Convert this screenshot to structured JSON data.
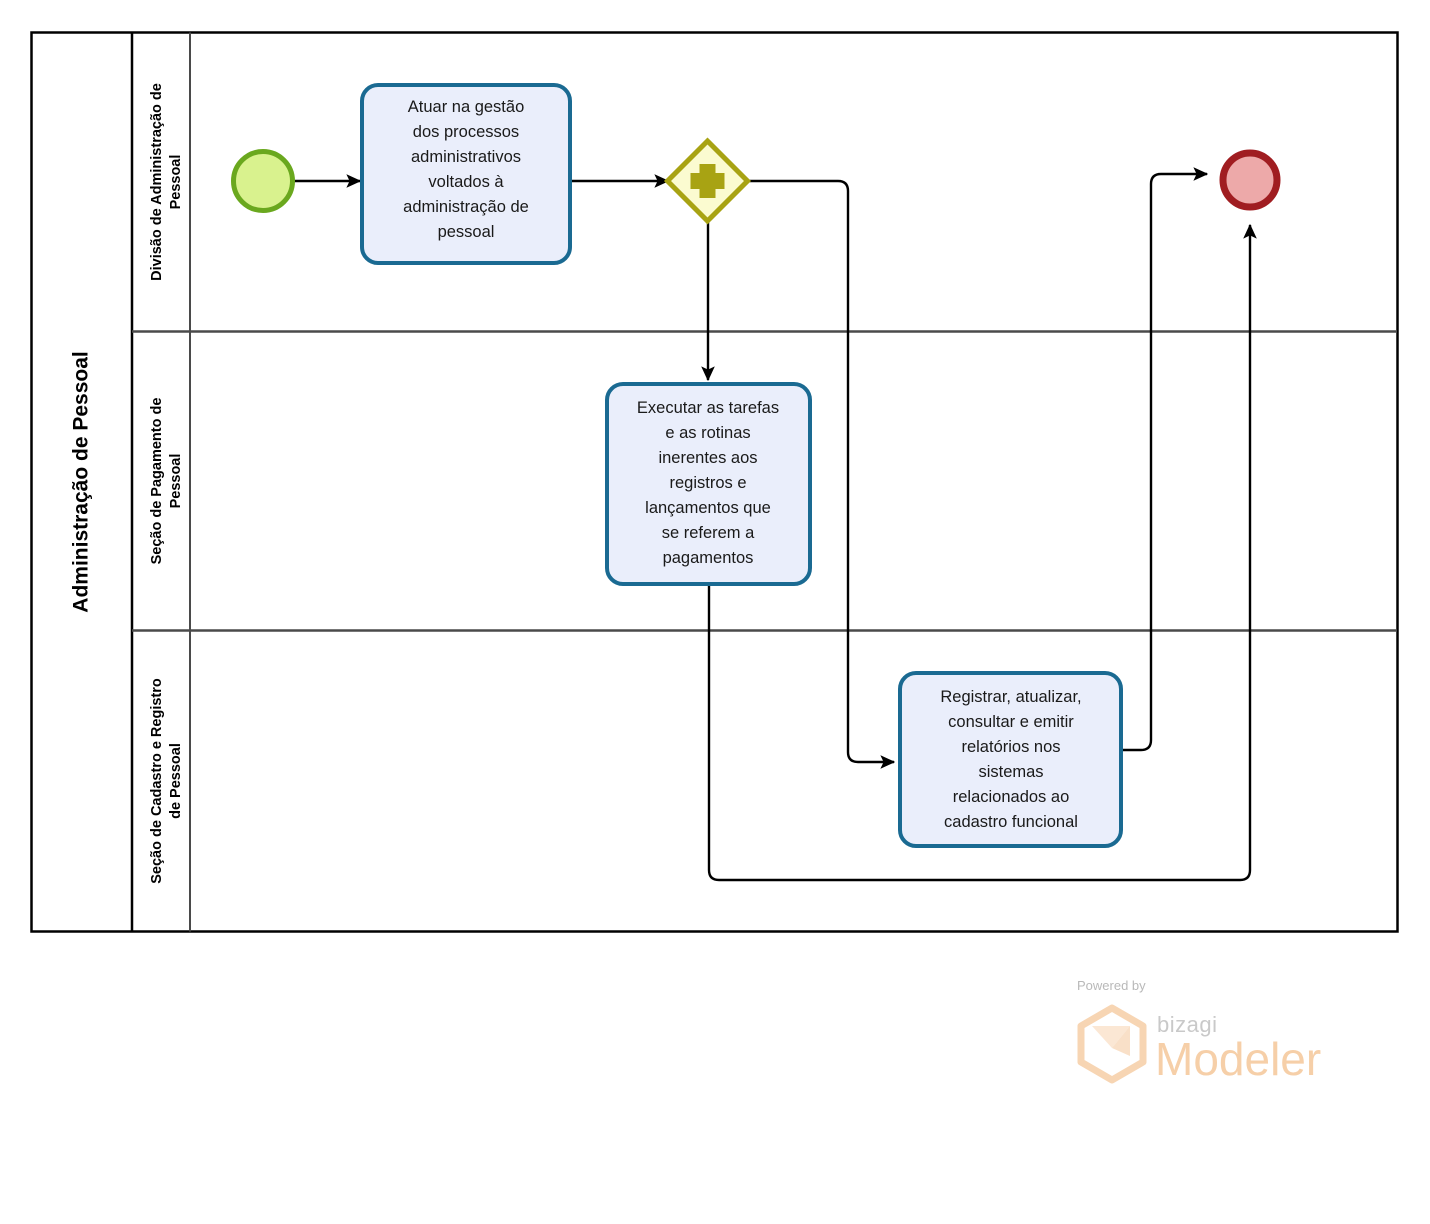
{
  "diagram": {
    "type": "bpmn-process-diagram",
    "pool": {
      "name": "Administração de Pessoal",
      "lanes": [
        {
          "id": "lane-1",
          "name": "Divisão de Administração de Pessoal"
        },
        {
          "id": "lane-2",
          "name": "Seção de Pagamento de Pessoal"
        },
        {
          "id": "lane-3",
          "name": "Seção de Cadastro e Registro de Pessoal"
        }
      ]
    },
    "events": [
      {
        "id": "start-event",
        "kind": "start",
        "lane": "lane-1",
        "fill": "#d9f28e",
        "stroke": "#6aa81e"
      },
      {
        "id": "end-event",
        "kind": "end",
        "lane": "lane-1",
        "fill": "#eda9a9",
        "stroke": "#a01d21"
      }
    ],
    "gateways": [
      {
        "id": "parallel-gateway",
        "kind": "parallel",
        "lane": "lane-1",
        "symbol": "+",
        "fill": "#fbfbd0",
        "stroke": "#a8a313"
      }
    ],
    "tasks": [
      {
        "id": "task-1",
        "lane": "lane-1",
        "label": "Atuar na gestão dos processos administrativos voltados à administração de pessoal",
        "lines": [
          "Atuar na gestão",
          "dos processos",
          "administrativos",
          "voltados à",
          "administração de",
          "pessoal"
        ]
      },
      {
        "id": "task-2",
        "lane": "lane-2",
        "label": "Executar as tarefas e as rotinas inerentes aos registros e lançamentos  que se referem a pagamentos",
        "lines": [
          "Executar as tarefas",
          "e as rotinas",
          "inerentes aos",
          "registros e",
          "lançamentos  que",
          "se referem a",
          "pagamentos"
        ]
      },
      {
        "id": "task-3",
        "lane": "lane-3",
        "label": "Registrar, atualizar, consultar e emitir relatórios nos sistemas relacionados ao cadastro funcional",
        "lines": [
          "Registrar, atualizar,",
          "consultar e emitir",
          "relatórios nos",
          "sistemas",
          "relacionados ao",
          "cadastro funcional"
        ]
      }
    ],
    "flows": [
      {
        "id": "flow-start-to-task1",
        "from": "start-event",
        "to": "task-1"
      },
      {
        "id": "flow-task1-to-gateway",
        "from": "task-1",
        "to": "parallel-gateway"
      },
      {
        "id": "flow-gateway-to-task2",
        "from": "parallel-gateway",
        "to": "task-2"
      },
      {
        "id": "flow-gateway-to-task3",
        "from": "parallel-gateway",
        "to": "task-3"
      },
      {
        "id": "flow-task3-to-end",
        "from": "task-3",
        "to": "end-event"
      },
      {
        "id": "flow-task2-to-end",
        "from": "task-2",
        "to": "end-event"
      }
    ],
    "colors": {
      "task_fill": "#eaeefb",
      "task_stroke": "#1a6a92",
      "pool_stroke": "#000000",
      "lane_stroke": "#4a4a4a",
      "flow_stroke": "#000000"
    }
  },
  "footer": {
    "powered_by": "Powered by",
    "brand": "bizagi",
    "product": "Modeler"
  }
}
